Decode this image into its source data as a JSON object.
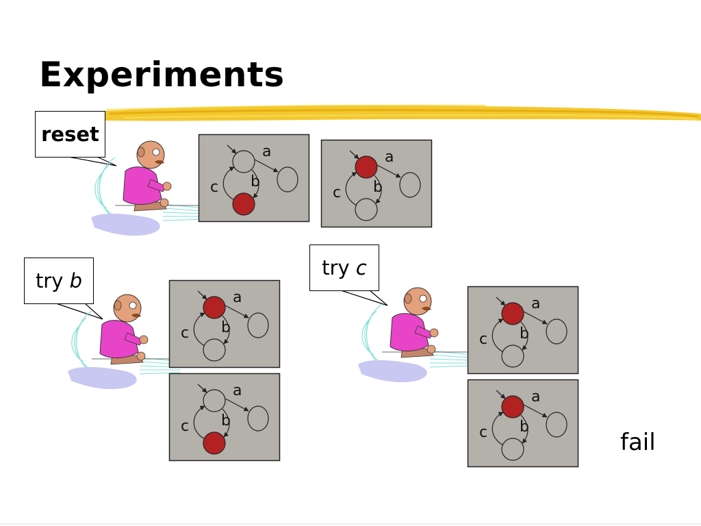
{
  "slide": {
    "title": "Experiments",
    "fail_label": "fail"
  },
  "bubbles": {
    "reset": "reset",
    "try_b_prefix": "try ",
    "try_b_symbol": "b",
    "try_c_prefix": "try ",
    "try_c_symbol": "c"
  },
  "automaton": {
    "edge_labels": {
      "a": "a",
      "b": "b",
      "c": "c"
    },
    "active_color": "#b22222",
    "panel_fill": "#b4b0aa"
  },
  "panels": [
    {
      "id": "reset-before",
      "active_state": "bottom"
    },
    {
      "id": "reset-after",
      "active_state": "top"
    },
    {
      "id": "try-b-before",
      "active_state": "top"
    },
    {
      "id": "try-b-after",
      "active_state": "bottom"
    },
    {
      "id": "try-c-before",
      "active_state": "top"
    },
    {
      "id": "try-c-after",
      "active_state": "top"
    }
  ],
  "icons": {
    "person": "sliding-man-icon",
    "brush": "yellow-brush-stroke-icon"
  }
}
